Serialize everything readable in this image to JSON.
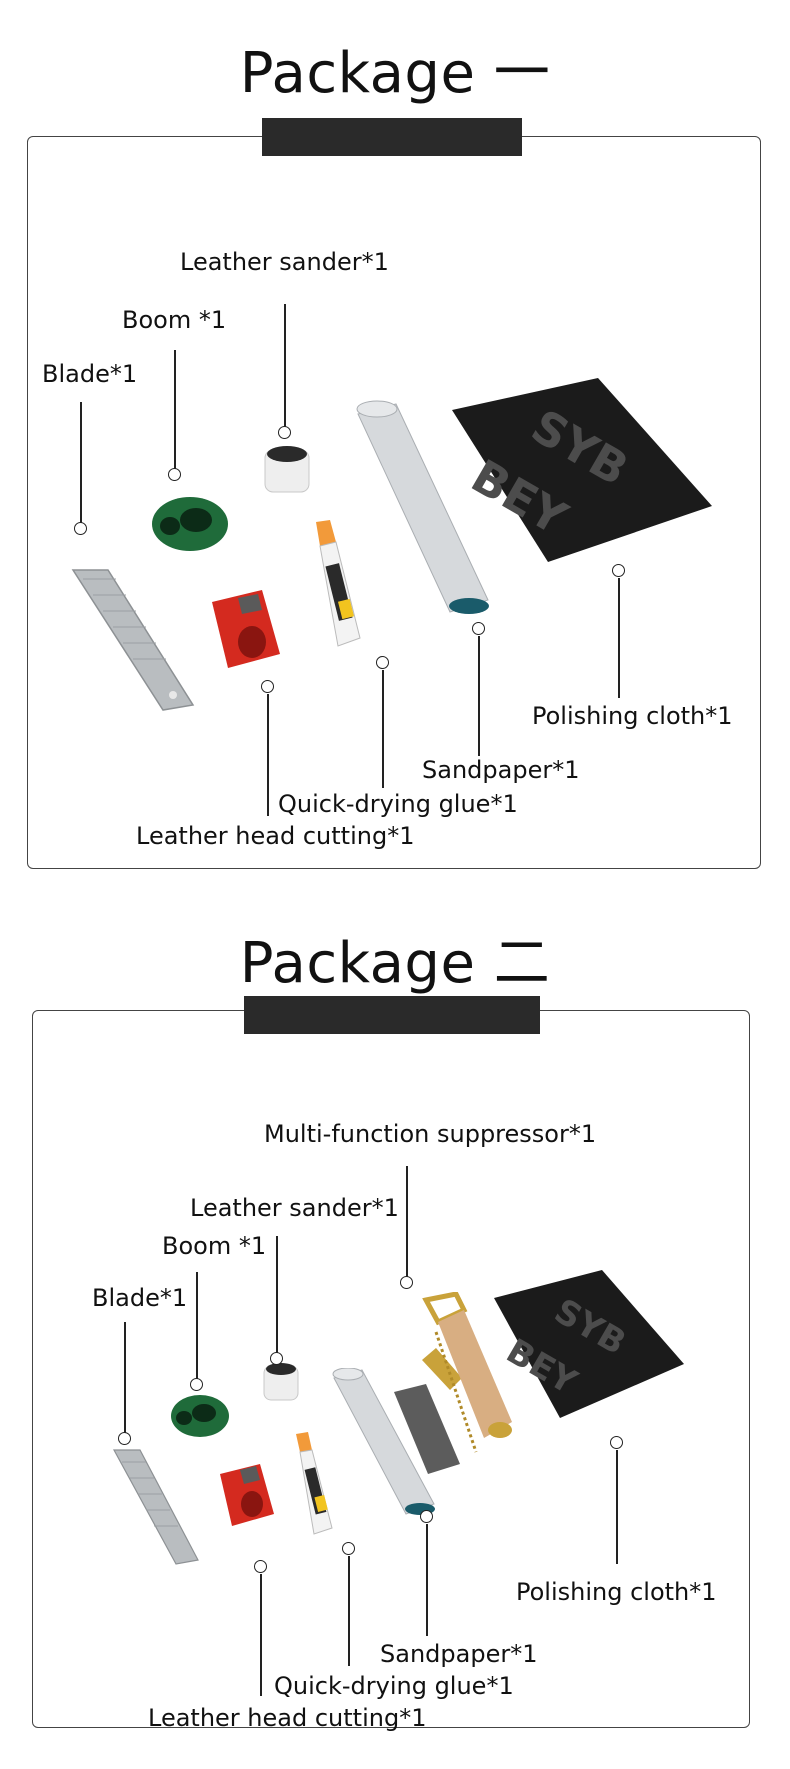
{
  "packages": [
    {
      "title": "Package 一",
      "labels": {
        "leather_sander": "Leather sander*1",
        "boom": "Boom *1",
        "blade": "Blade*1",
        "polishing_cloth": "Polishing cloth*1",
        "sandpaper": "Sandpaper*1",
        "glue": "Quick-drying glue*1",
        "head_cutting": "Leather head cutting*1"
      }
    },
    {
      "title": "Package 二",
      "labels": {
        "suppressor": "Multi-function suppressor*1",
        "leather_sander": "Leather sander*1",
        "boom": "Boom *1",
        "blade": "Blade*1",
        "polishing_cloth": "Polishing cloth*1",
        "sandpaper": "Sandpaper*1",
        "glue": "Quick-drying glue*1",
        "head_cutting": "Leather head cutting*1"
      }
    }
  ],
  "colors": {
    "frame": "#444444",
    "tab": "#2a2a2a",
    "ring_green": "#1f6b3a",
    "sharpener_red": "#d42a1f",
    "cloth_black": "#1b1b1b",
    "glue_orange": "#f29a3a"
  }
}
